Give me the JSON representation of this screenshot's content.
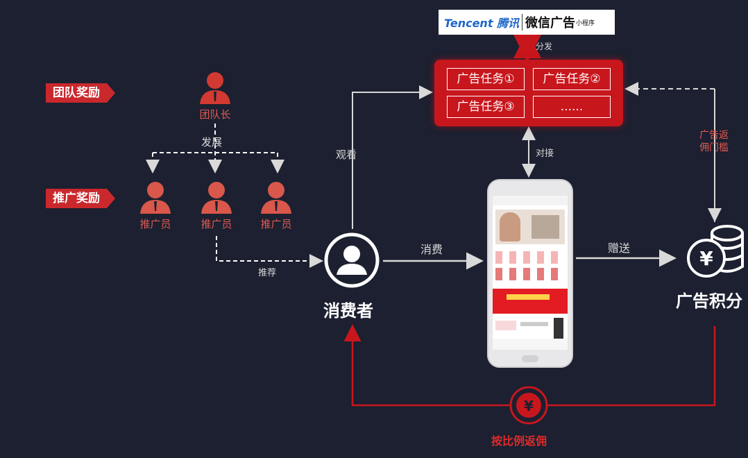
{
  "banner": {
    "tencent": "Tencent 腾讯",
    "wechat_ads": "微信广告",
    "mini": "小程序"
  },
  "tags": {
    "team_reward": "团队奖励",
    "promo_reward": "推广奖励"
  },
  "people": {
    "team_leader": "团队长",
    "promoter_1": "推广员",
    "promoter_2": "推广员",
    "promoter_3": "推广员"
  },
  "tasks": [
    "广告任务①",
    "广告任务②",
    "广告任务③",
    "......"
  ],
  "labels": {
    "split": "分发",
    "develop": "发展",
    "watch": "观看",
    "recommend": "推荐",
    "match": "对接",
    "consume": "消费",
    "gift": "赠送",
    "threshold": "广告返佣门槛",
    "consumer": "消费者",
    "points": "广告积分",
    "refund": "按比例返佣"
  },
  "icons": {
    "coin": "¥",
    "person": "user-icon"
  },
  "colors": {
    "background": "#1c2030",
    "accent": "#c8161d",
    "arrow": "#d9d9d9"
  }
}
